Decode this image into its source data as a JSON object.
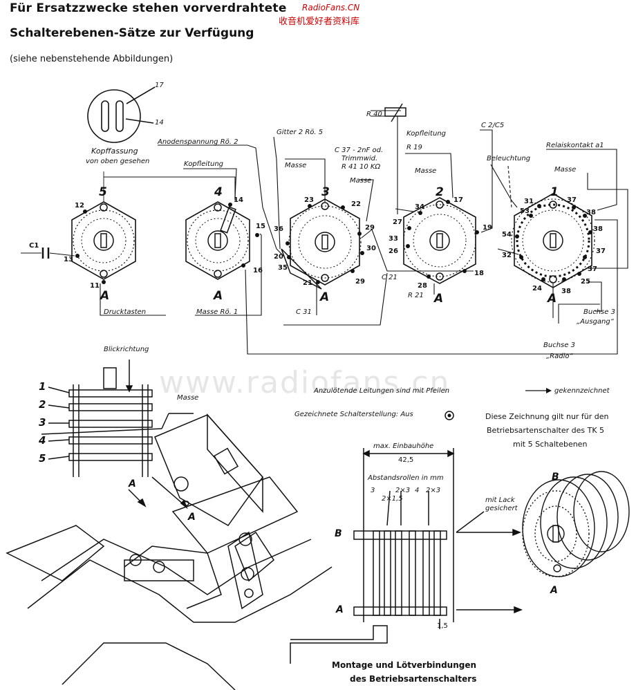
{
  "header": {
    "title_line1": "Für Ersatzzwecke stehen vorverdrahtete",
    "title_line2": "Schalterebenen-Sätze zur Verfügung",
    "subtitle": "(siehe nebenstehende Abbildungen)",
    "site_top": "RadioFans.CN",
    "site_cn": "收音机爱好者资料库"
  },
  "watermark": "www.radiofans.cn",
  "socket": {
    "caption_1": "Kopffassung",
    "caption_2": "von oben gesehen",
    "pin_17": "17",
    "pin_14": "14"
  },
  "decks": {
    "deck5": {
      "label": "5",
      "pins": [
        "12",
        "13",
        "11"
      ],
      "a": "A"
    },
    "deck4": {
      "label": "4",
      "pins": [
        "14",
        "15",
        "16"
      ],
      "a": "A"
    },
    "deck3": {
      "label": "3",
      "pins": [
        "23",
        "22",
        "36",
        "20",
        "35",
        "21",
        "29",
        "30",
        "29"
      ],
      "a": "A"
    },
    "deck2": {
      "label": "2",
      "pins": [
        "34",
        "17",
        "27",
        "33",
        "26",
        "28",
        "19",
        "18"
      ],
      "a": "A"
    },
    "deck1": {
      "label": "1",
      "pins": [
        "31",
        "37",
        "53",
        "38",
        "54",
        "38",
        "32",
        "37",
        "24",
        "38",
        "37",
        "25"
      ],
      "a": "A"
    }
  },
  "labels": {
    "c1": "C1",
    "drucktasten": "Drucktasten",
    "anodenspannung": "Anodenspannung Rö. 2",
    "kopfleitung_a": "Kopfleitung",
    "masse_ro1": "Masse Rö. 1",
    "gitter2": "Gitter 2  Rö. 5",
    "masse_a": "Masse",
    "c37": "C 37 - 2nF od.",
    "trimmwid": "Trimmwid.",
    "r41": "R 41   10 KΩ",
    "masse_b": "Masse",
    "c31": "C 31",
    "r40": "R 40",
    "kopfleitung_b": "Kopfleitung",
    "r19": "R 19",
    "masse_c": "Masse",
    "c21": "C 21",
    "r21": "R 21",
    "c2c5": "C 2/C5",
    "beleuchtung": "Beleuchtung",
    "relaiskontakt": "Relaiskontakt a1",
    "masse_d": "Masse",
    "buchse3_ausgang": "Buchse 3",
    "ausgang": "„Ausgang“",
    "buchse3_radio": "Buchse 3",
    "radio": "„Radio“"
  },
  "assembly": {
    "blickrichtung": "Blickrichtung",
    "masse": "Masse",
    "levels": [
      "1",
      "2",
      "3",
      "4",
      "5"
    ],
    "a1": "A",
    "a2": "A"
  },
  "notes": {
    "arrows_note": "Anzulötende Leitungen sind mit Pfeilen",
    "arrows_note_end": "gekennzeichnet",
    "switch_pos": "Gezeichnete Schalterstellung: Aus",
    "tk5_1": "Diese Zeichnung gilt nur für den",
    "tk5_2": "Betriebsartenschalter des TK 5",
    "tk5_3": "mit 5 Schaltebenen"
  },
  "side_view": {
    "max_height": "max. Einbauhöhe",
    "dim": "42,5",
    "spacers": "Abstandsrollen in mm",
    "spacer_vals": [
      "3",
      "2×1,5",
      "2×3",
      "4",
      "2×3"
    ],
    "lack_1": "mit Lack",
    "lack_2": "gesichert",
    "b": "B",
    "a": "A",
    "dim_bottom": "1,5"
  },
  "right_view": {
    "b": "B",
    "a": "A"
  },
  "caption": {
    "line1": "Montage und Lötverbindungen",
    "line2": "des Betriebsartenschalters"
  }
}
